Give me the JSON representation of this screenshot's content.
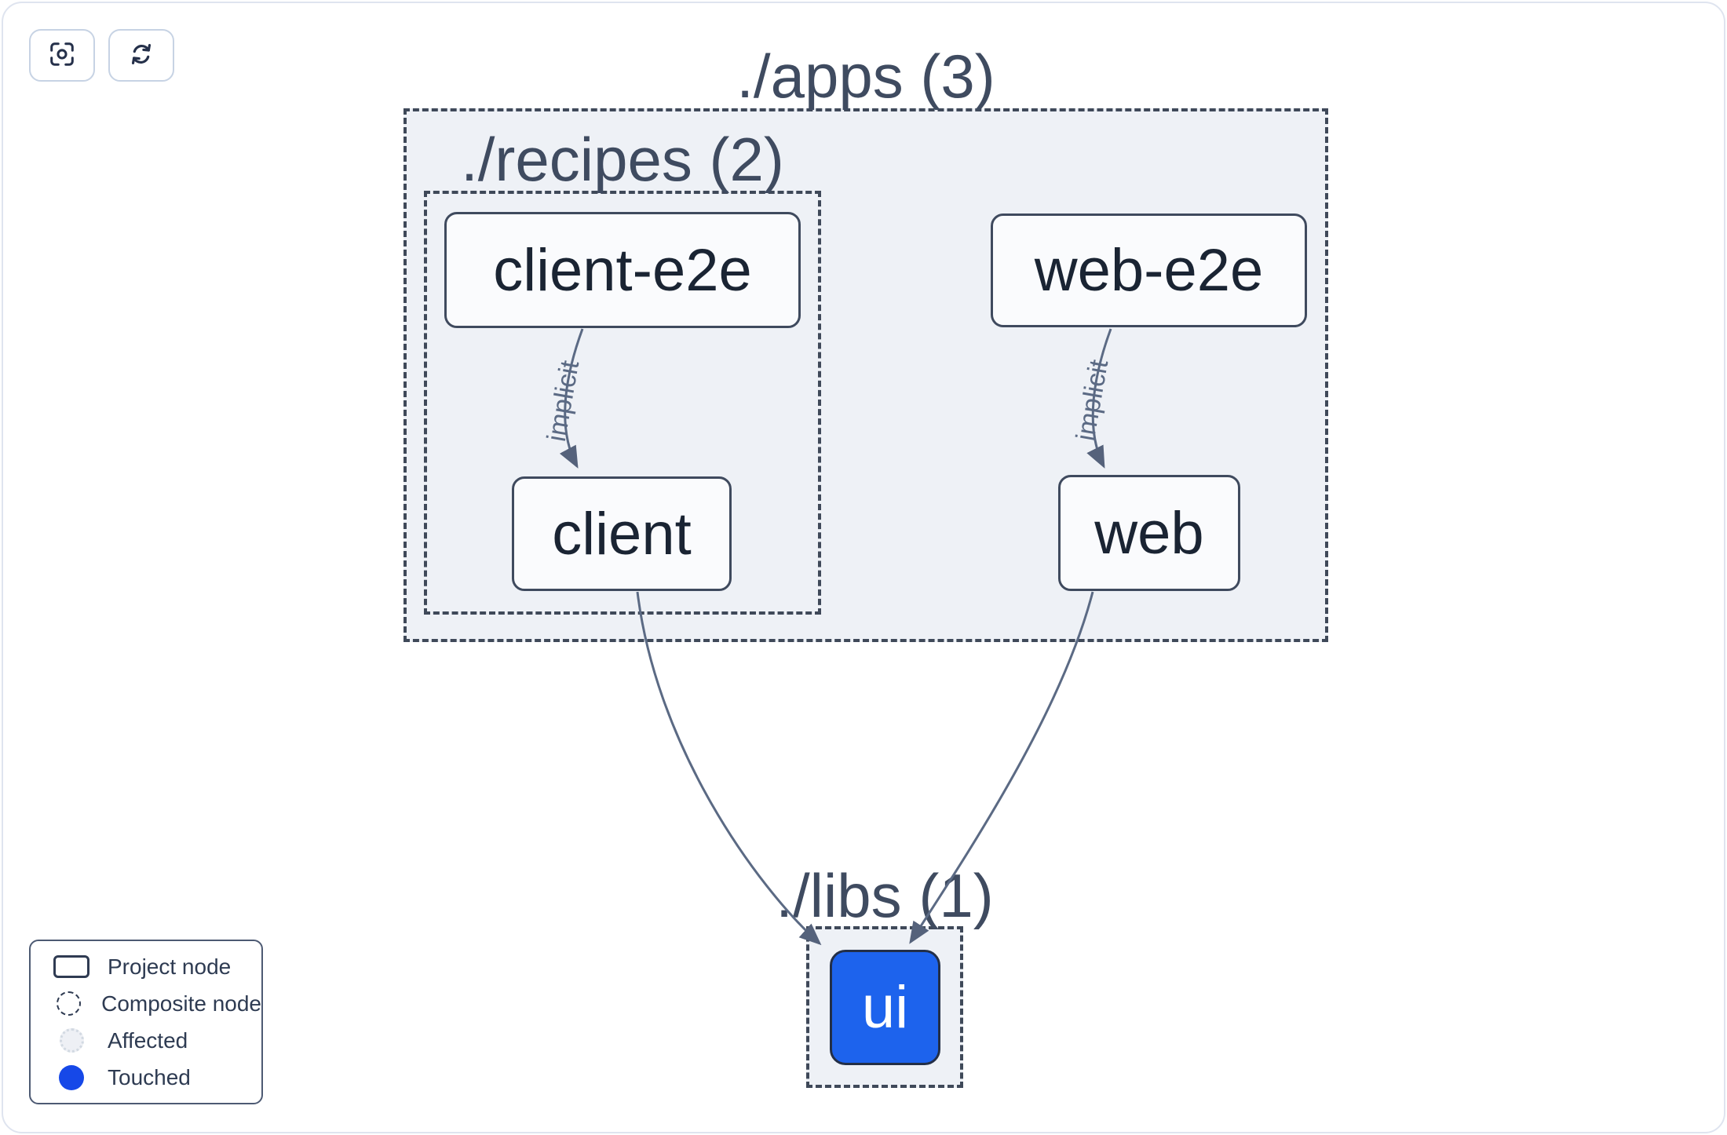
{
  "app": {
    "name": "project-graph-viewer",
    "toolbar": {
      "buttons": [
        {
          "name": "focus-button",
          "icon": "focus-viewfinder-icon"
        },
        {
          "name": "refresh-button",
          "icon": "refresh-icon"
        }
      ]
    }
  },
  "graph": {
    "composites": [
      {
        "id": "apps",
        "label": "./apps (3)",
        "count": 3,
        "style": "dashed"
      },
      {
        "id": "recipes",
        "label": "./recipes (2)",
        "count": 2,
        "style": "dashed",
        "parent": "apps"
      },
      {
        "id": "libs",
        "label": "./libs (1)",
        "count": 1,
        "style": "dashed"
      }
    ],
    "nodes": [
      {
        "id": "client-e2e",
        "label": "client-e2e",
        "parent": "recipes",
        "state": "default"
      },
      {
        "id": "client",
        "label": "client",
        "parent": "recipes",
        "state": "default"
      },
      {
        "id": "web-e2e",
        "label": "web-e2e",
        "parent": "apps",
        "state": "default"
      },
      {
        "id": "web",
        "label": "web",
        "parent": "apps",
        "state": "default"
      },
      {
        "id": "ui",
        "label": "ui",
        "parent": "libs",
        "state": "touched"
      }
    ],
    "edges": [
      {
        "source": "client-e2e",
        "target": "client",
        "label": "implicit"
      },
      {
        "source": "web-e2e",
        "target": "web",
        "label": "implicit"
      },
      {
        "source": "client",
        "target": "ui",
        "label": ""
      },
      {
        "source": "web",
        "target": "ui",
        "label": ""
      }
    ]
  },
  "legend": {
    "items": [
      {
        "label": "Project node",
        "swatch": "project-node-swatch"
      },
      {
        "label": "Composite node",
        "swatch": "composite-node-swatch"
      },
      {
        "label": "Affected",
        "swatch": "affected-swatch"
      },
      {
        "label": "Touched",
        "swatch": "touched-swatch"
      }
    ]
  },
  "colors": {
    "touched_node_fill": "#1d63ed",
    "legend_touched_dot": "#1648e8",
    "composite_fill": "#eef1f6",
    "composite_border": "#3f4959",
    "node_fill": "#fafbfd",
    "node_border": "#3f4a5e",
    "node_text": "#1a2433",
    "title_text": "#3f4b60",
    "edge": "#5b6a84",
    "frame_border": "#dfe4ef",
    "button_border": "#c7d3e4",
    "icon": "#25304a"
  }
}
